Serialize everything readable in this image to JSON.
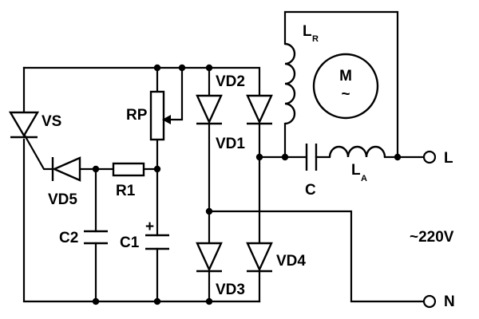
{
  "diagram": {
    "components": {
      "thyristor": "VS",
      "potentiometer": "RP",
      "diode_vd1": "VD1",
      "diode_vd2": "VD2",
      "diode_vd3": "VD3",
      "diode_vd4": "VD4",
      "diode_vd5": "VD5",
      "resistor_r1": "R1",
      "capacitor_c": "C",
      "capacitor_c1": "C1",
      "capacitor_c2": "C2",
      "motor": "M",
      "motor_ac_symbol": "~",
      "inductor_lr": {
        "main": "L",
        "sub": "R"
      },
      "inductor_la": {
        "main": "L",
        "sub": "A"
      },
      "polarity": "+"
    },
    "terminals": {
      "line": "L",
      "neutral": "N",
      "supply": "~220V"
    },
    "colors": {
      "ink": "#000000",
      "background": "#ffffff"
    }
  }
}
